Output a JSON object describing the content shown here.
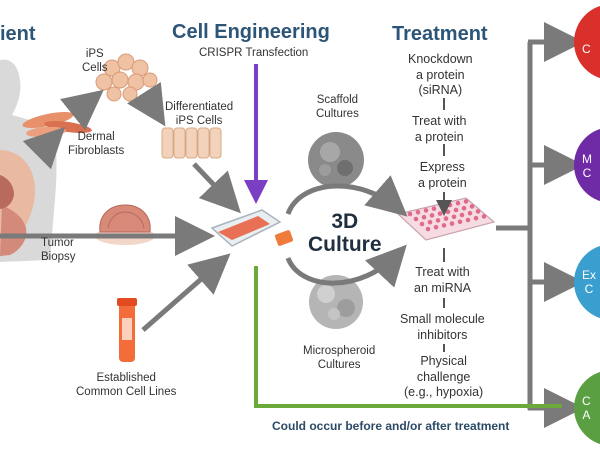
{
  "headers": {
    "patient": "ient",
    "cell_engineering": "Cell Engineering",
    "treatment": "Treatment"
  },
  "subtitle": "CRISPR Transfection",
  "labels": {
    "ips_cells": "iPS\nCells",
    "dermal_fibroblasts": "Dermal\nFibroblasts",
    "differentiated_ips": "Differentiated\niPS Cells",
    "tumor_biopsy": "Tumor\nBiopsy",
    "established_lines": "Established\nCommon Cell Lines",
    "scaffold_cultures": "Scaffold\nCultures",
    "microspheroid_cultures": "Microspheroid\nCultures",
    "culture_3d": "3D\nCulture"
  },
  "treatments": [
    "Knockdown\na protein\n(siRNA)",
    "Treat with\na protein",
    "Express\na protein",
    "Treat with\nan miRNA",
    "Small molecule\ninhibitors",
    "Physical\nchallenge\n(e.g., hypoxia)"
  ],
  "footnote": "Could occur before and/or after treatment",
  "outcomes": [
    {
      "text": "C",
      "color": "#d9302c"
    },
    {
      "text": "M\nC",
      "color": "#6f2aa6"
    },
    {
      "text": "Ex\nC",
      "color": "#3a9fcf"
    },
    {
      "text": "C\nA",
      "color": "#5a9f42"
    }
  ],
  "colors": {
    "header": "#2c5577",
    "arrow_gray": "#7a7a7a",
    "crispr_purple": "#7b3fc4",
    "loop_green": "#6aaa3a"
  }
}
